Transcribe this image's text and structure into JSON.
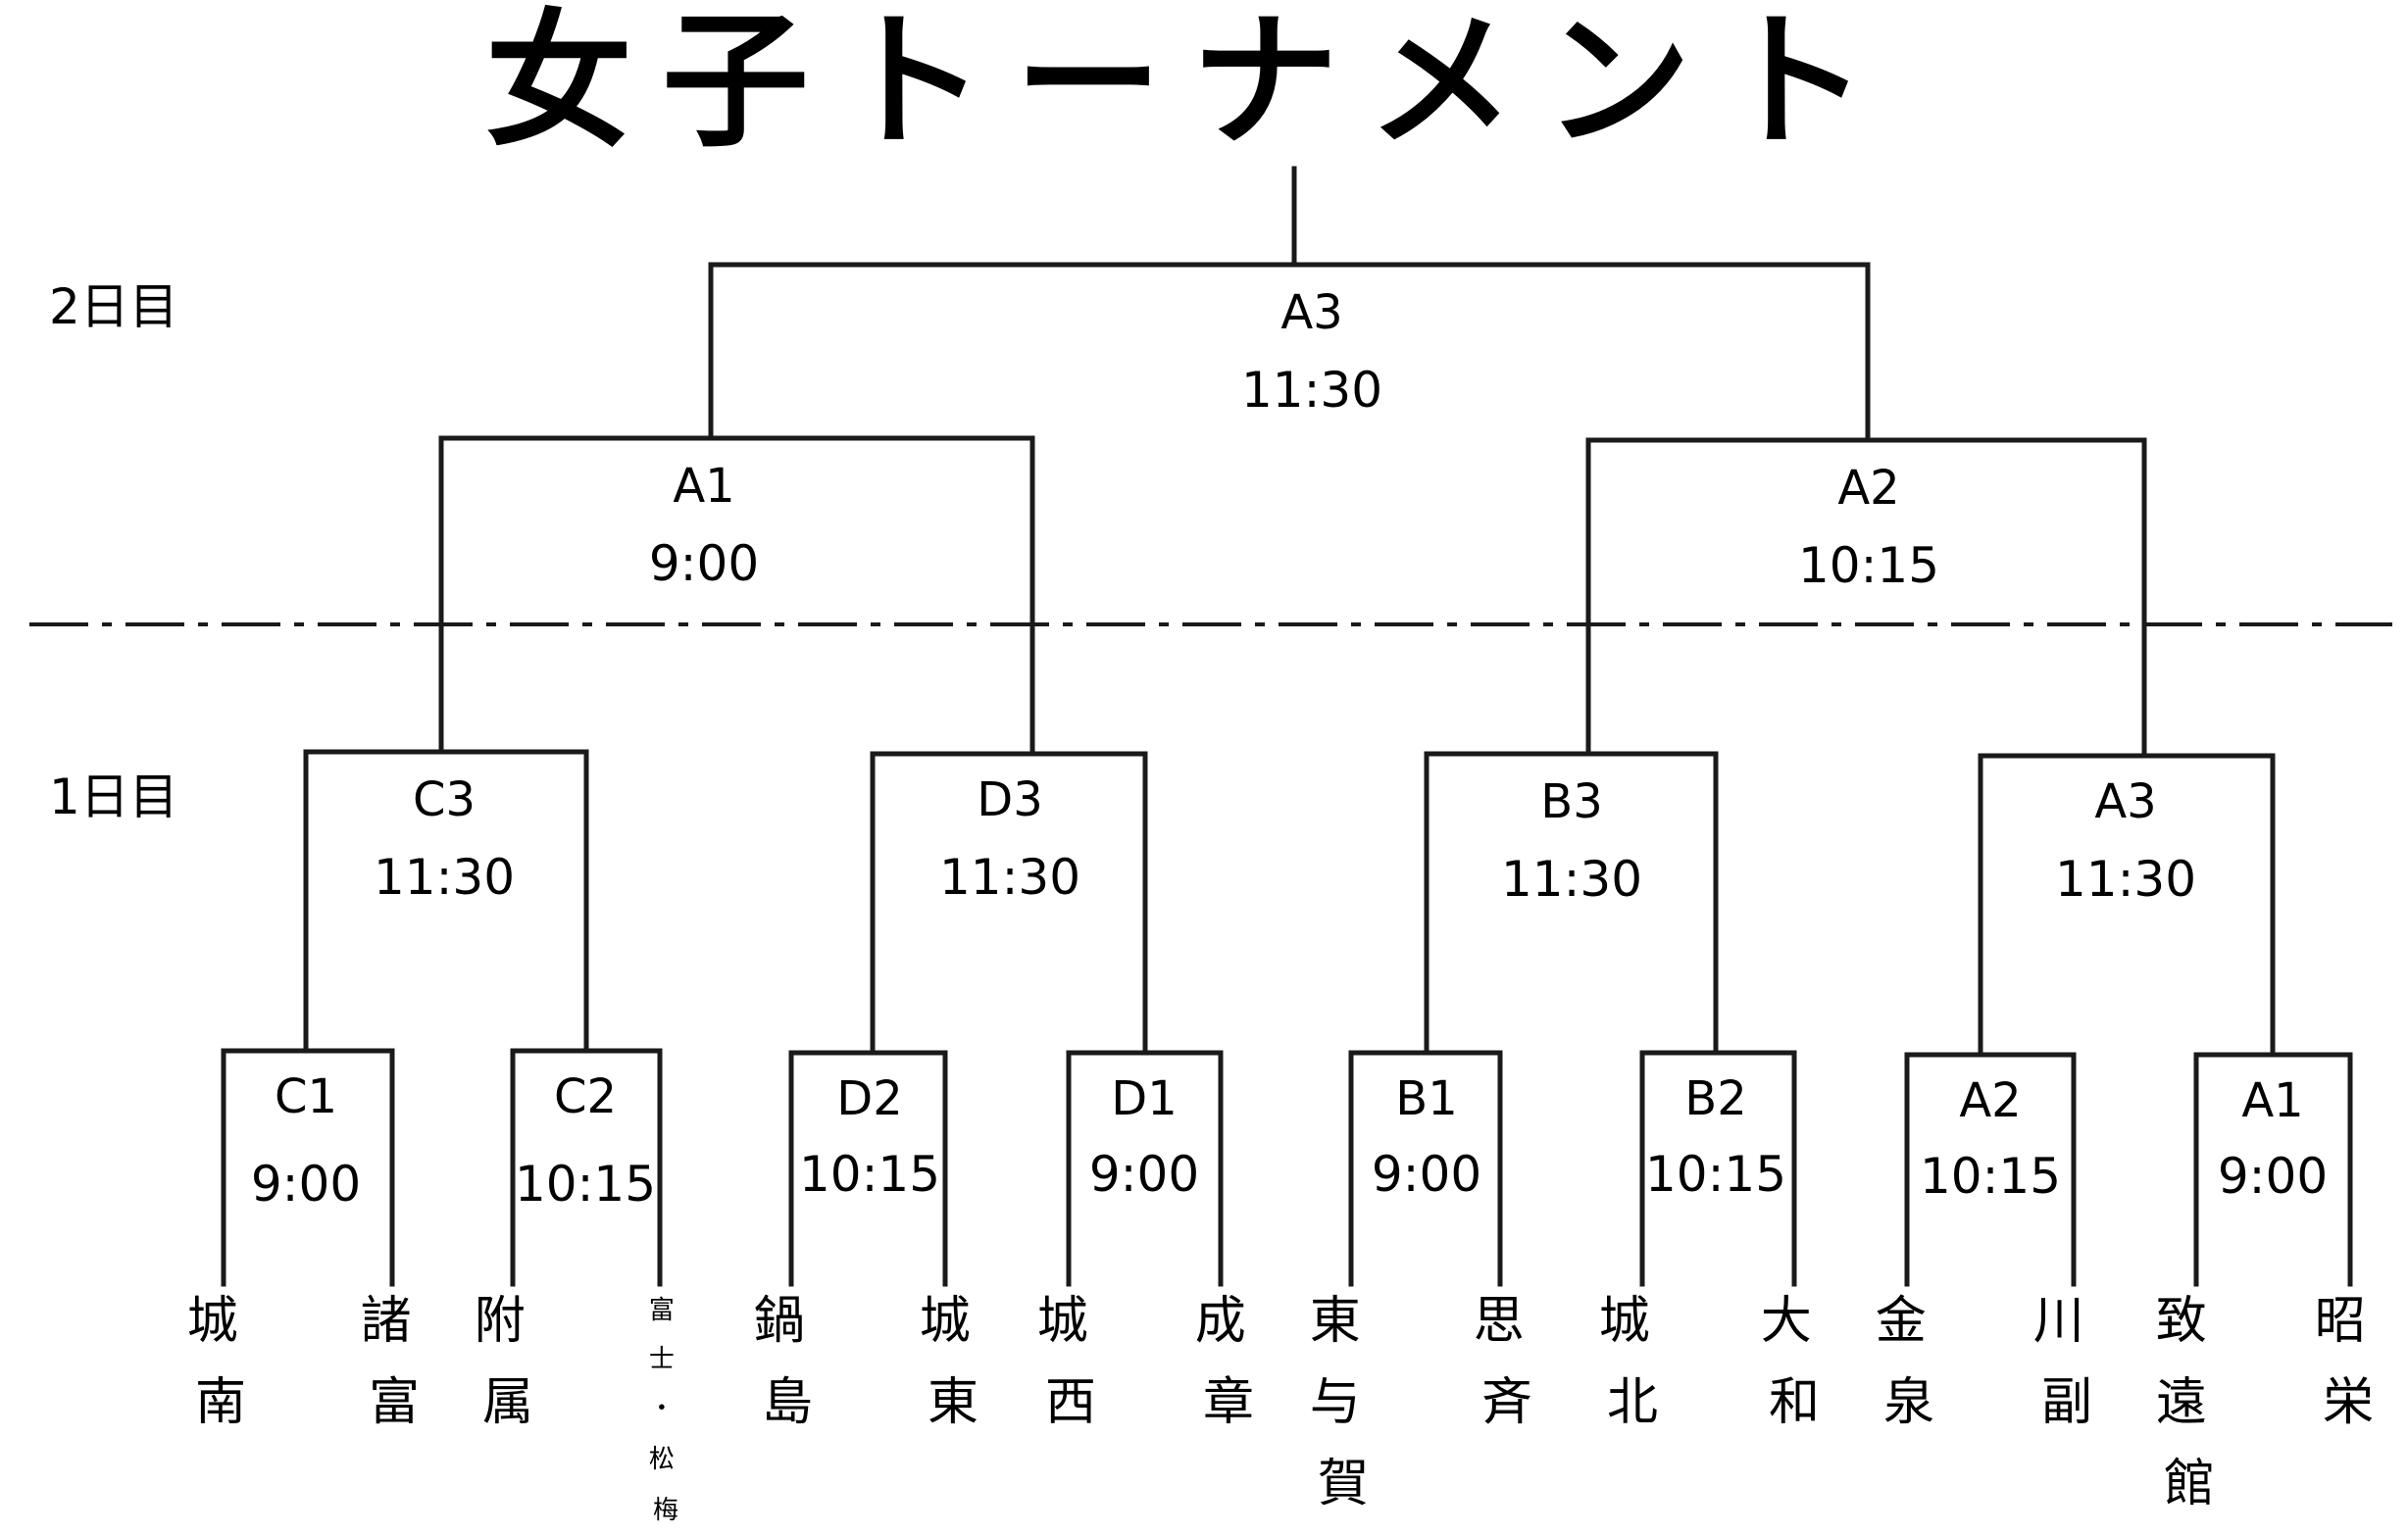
{
  "title": "女子トーナメント",
  "day_labels": {
    "day2": "2日目",
    "day1": "1日目"
  },
  "matches": {
    "final": {
      "code": "A3",
      "time": "11:30"
    },
    "semi_l": {
      "code": "A1",
      "time": "9:00"
    },
    "semi_r": {
      "code": "A2",
      "time": "10:15"
    },
    "qf_c3": {
      "code": "C3",
      "time": "11:30"
    },
    "qf_d3": {
      "code": "D3",
      "time": "11:30"
    },
    "qf_b3": {
      "code": "B3",
      "time": "11:30"
    },
    "qf_a3": {
      "code": "A3",
      "time": "11:30"
    },
    "r1_c1": {
      "code": "C1",
      "time": "9:00"
    },
    "r1_c2": {
      "code": "C2",
      "time": "10:15"
    },
    "r1_d2": {
      "code": "D2",
      "time": "10:15"
    },
    "r1_d1": {
      "code": "D1",
      "time": "9:00"
    },
    "r1_b1": {
      "code": "B1",
      "time": "9:00"
    },
    "r1_b2": {
      "code": "B2",
      "time": "10:15"
    },
    "r1_a2": {
      "code": "A2",
      "time": "10:15"
    },
    "r1_a1": {
      "code": "A1",
      "time": "9:00"
    }
  },
  "teams": [
    {
      "chars": [
        "城",
        "南"
      ]
    },
    {
      "chars": [
        "諸",
        "富"
      ]
    },
    {
      "chars": [
        "附",
        "属"
      ]
    },
    {
      "chars": [
        "富",
        "士",
        "・",
        "松",
        "梅"
      ]
    },
    {
      "chars": [
        "鍋",
        "島"
      ]
    },
    {
      "chars": [
        "城",
        "東"
      ]
    },
    {
      "chars": [
        "城",
        "西"
      ]
    },
    {
      "chars": [
        "成",
        "章"
      ]
    },
    {
      "chars": [
        "東",
        "与",
        "賀"
      ]
    },
    {
      "chars": [
        "思",
        "斉"
      ]
    },
    {
      "chars": [
        "城",
        "北"
      ]
    },
    {
      "chars": [
        "大",
        "和"
      ]
    },
    {
      "chars": [
        "金",
        "泉"
      ]
    },
    {
      "chars": [
        "川",
        "副"
      ]
    },
    {
      "chars": [
        "致",
        "遠",
        "館"
      ]
    },
    {
      "chars": [
        "昭",
        "栄"
      ]
    }
  ]
}
